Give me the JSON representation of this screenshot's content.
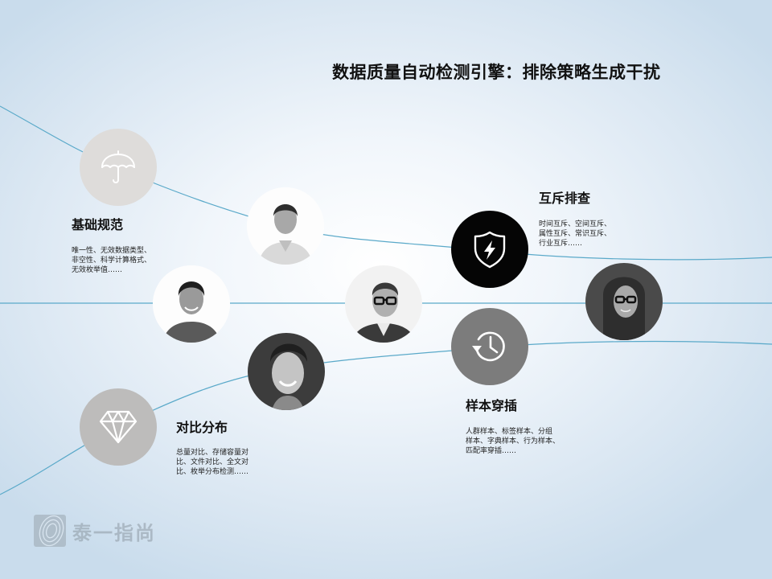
{
  "slide": {
    "title": "数据质量自动检测引擎：排除策略生成干扰",
    "colors": {
      "curve": "#5aa9c9",
      "icon_light_gray": "#dedcda",
      "icon_mid_gray": "#bdbcbb",
      "icon_black": "#050505",
      "icon_dark_gray": "#7c7c7c",
      "text": "#111111"
    },
    "sections": [
      {
        "id": "basic",
        "heading": "基础规范",
        "icon": "umbrella-icon",
        "description": "唯一性、无效数据类型、\n非空性、科学计算格式、\n无效枚举值……"
      },
      {
        "id": "mutex",
        "heading": "互斥排查",
        "icon": "shield-lightning-icon",
        "description": "时间互斥、空间互斥、\n属性互斥、常识互斥、\n行业互斥……"
      },
      {
        "id": "sample",
        "heading": "样本穿插",
        "icon": "history-clock-icon",
        "description": "人群样本、标签样本、分组\n样本、字典样本、行为样本、\n匹配率穿插……"
      },
      {
        "id": "compare",
        "heading": "对比分布",
        "icon": "diamond-icon",
        "description": "总量对比、存储容量对\n比、文件对比、全文对\n比、枚举分布检测……"
      }
    ],
    "photos": [
      {
        "id": "man-shirt",
        "label": "portrait-man-collared-shirt"
      },
      {
        "id": "man-smile",
        "label": "portrait-man-smiling"
      },
      {
        "id": "man-glasses",
        "label": "portrait-man-glasses"
      },
      {
        "id": "woman-smile",
        "label": "portrait-woman-smiling"
      },
      {
        "id": "woman-glasses",
        "label": "portrait-woman-glasses"
      }
    ],
    "logo": {
      "text": "泰一指尚",
      "icon": "fingerprint-icon"
    }
  }
}
